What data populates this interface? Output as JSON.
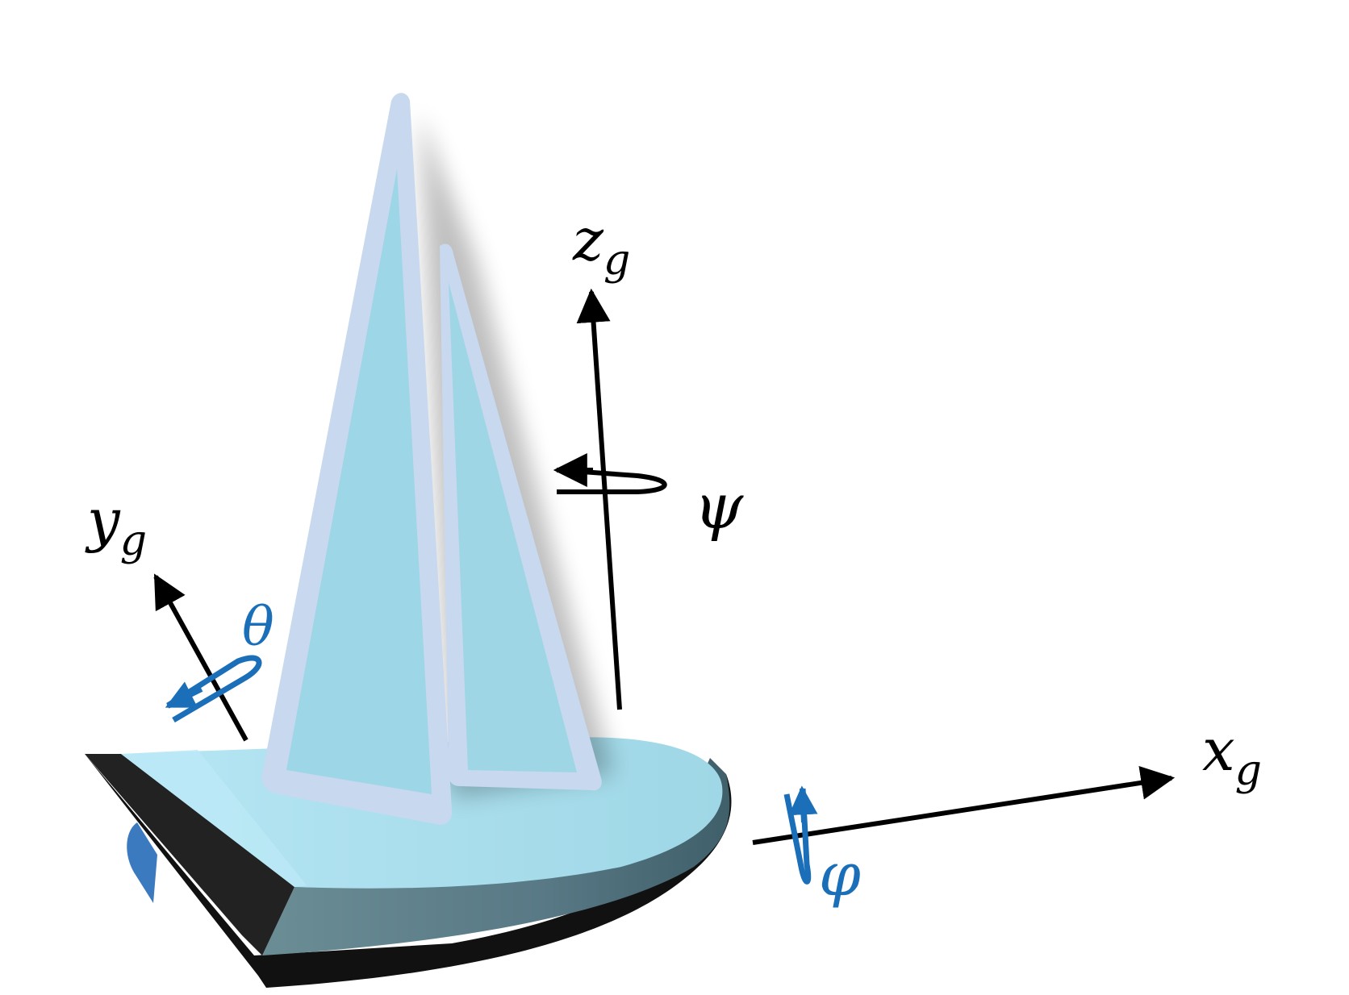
{
  "axes": {
    "x": {
      "main": "x",
      "sub": "g"
    },
    "y": {
      "main": "y",
      "sub": "g"
    },
    "z": {
      "main": "z",
      "sub": "g"
    }
  },
  "rotations": {
    "roll": "φ",
    "pitch": "θ",
    "yaw": "ψ"
  },
  "colors": {
    "axis": "#000000",
    "angle_accent": "#1a6fb8",
    "sail_fill": "#9dd6e6",
    "sail_border": "#cfddee",
    "deck_top": "#a8dcea",
    "hull_side": "#5a7b85",
    "hull_edge": "#111111",
    "rudder": "#3c7ac0"
  }
}
